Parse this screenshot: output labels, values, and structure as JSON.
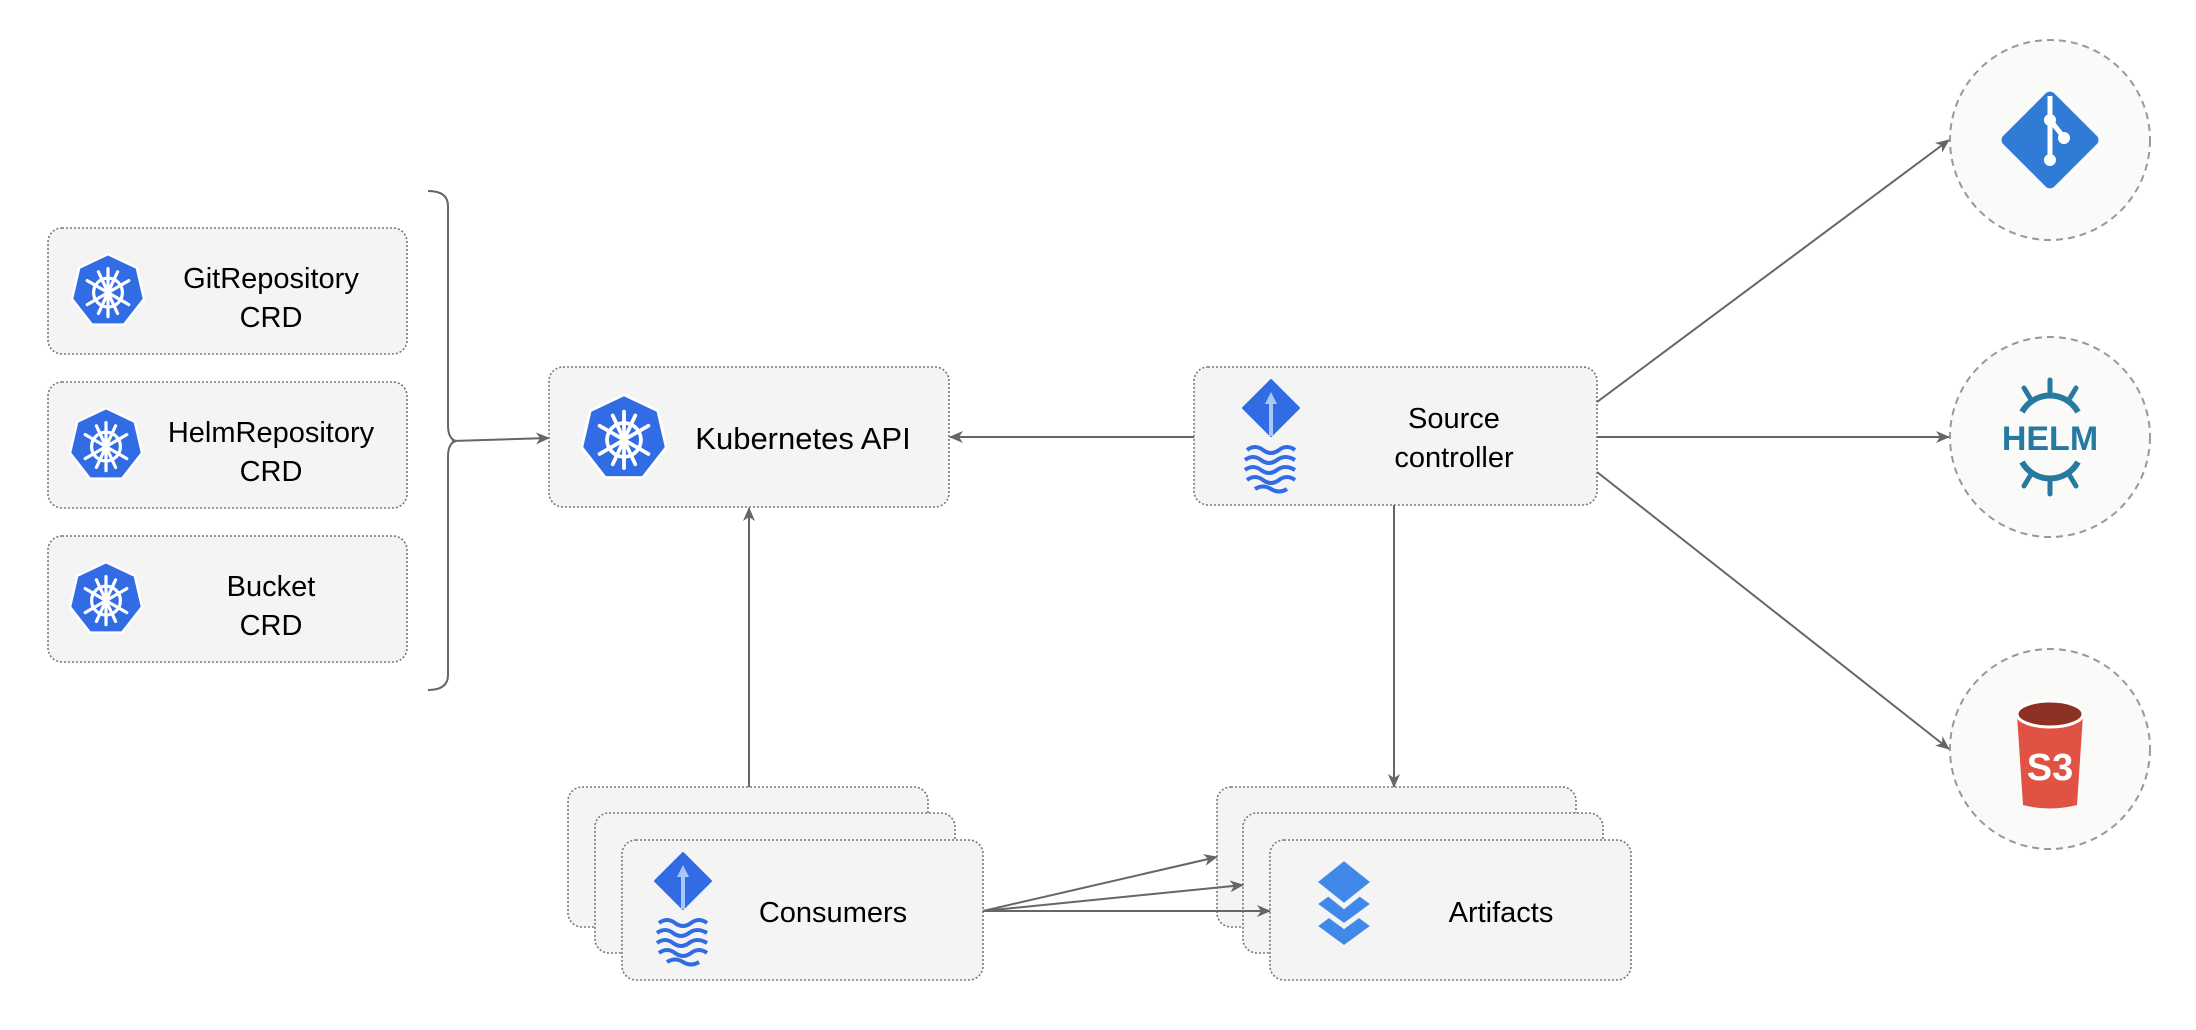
{
  "nodes": {
    "git_repository_crd": {
      "line1": "GitRepository",
      "line2": "CRD",
      "icon": "kubernetes-icon"
    },
    "helm_repository_crd": {
      "line1": "HelmRepository",
      "line2": "CRD",
      "icon": "kubernetes-icon"
    },
    "bucket_crd": {
      "line1": "Bucket",
      "line2": "CRD",
      "icon": "kubernetes-icon"
    },
    "kubernetes_api": {
      "label": "Kubernetes API",
      "icon": "kubernetes-icon"
    },
    "source_controller": {
      "line1": "Source",
      "line2": "controller",
      "icon": "flux-icon"
    },
    "consumers": {
      "label": "Consumers",
      "icon": "flux-icon"
    },
    "artifacts": {
      "label": "Artifacts",
      "icon": "layers-icon"
    },
    "git": {
      "icon": "git-icon"
    },
    "helm": {
      "logo_text": "HELM",
      "icon": "helm-icon"
    },
    "s3": {
      "logo_text": "S3",
      "icon": "s3-bucket-icon"
    }
  },
  "colors": {
    "kubernetes_blue": "#326ce5",
    "git_blue": "#2f7bd6",
    "helm_teal": "#277a9f",
    "s3_red": "#e05243",
    "s3_dark": "#8c3123",
    "layers_blue": "#4089e8",
    "edge": "#666666"
  }
}
